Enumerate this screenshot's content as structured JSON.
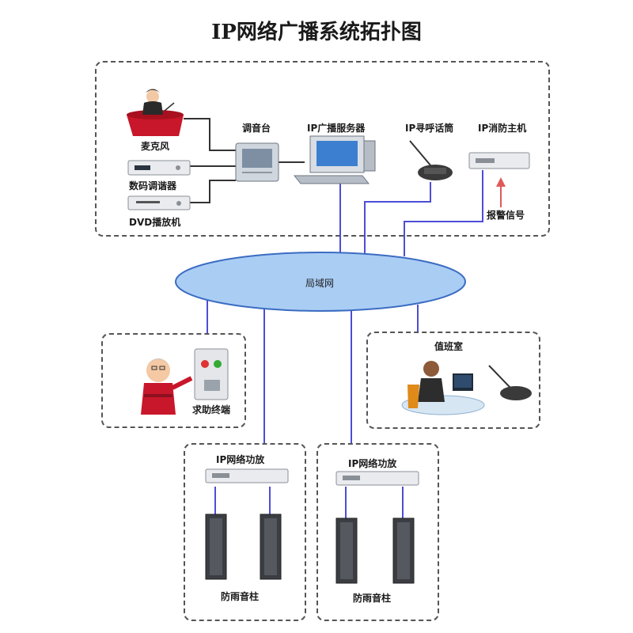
{
  "title": "IP网络广播系统拓扑图",
  "lan": {
    "label": "局域网"
  },
  "top_group": {
    "mic": "麦克风",
    "tuner": "数码调谐器",
    "dvd": "DVD播放机",
    "mixer": "调音台",
    "server": "IP广播服务器",
    "paging": "IP寻呼话筒",
    "fire_host": "IP消防主机",
    "alarm": "报警信号"
  },
  "help_terminal": {
    "label": "求助终端"
  },
  "duty_room": {
    "label": "值班室"
  },
  "zones": [
    {
      "amp_label": "IP网络功放",
      "speaker_label": "防雨音柱"
    },
    {
      "amp_label": "IP网络功放",
      "speaker_label": "防雨音柱"
    }
  ]
}
